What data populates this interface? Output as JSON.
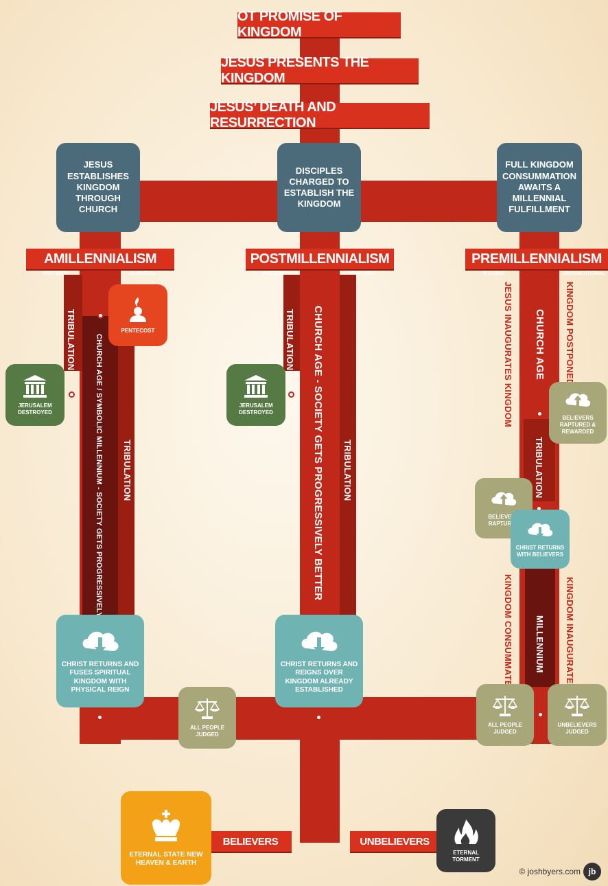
{
  "header": {
    "banner1": "OT PROMISE OF KINGDOM",
    "banner2": "JESUS PRESENTS THE KINGDOM",
    "banner3": "JESUS’ DEATH AND RESURRECTION"
  },
  "amill": {
    "bubble": "JESUS ESTABLISHES KINGDOM THROUGH CHURCH",
    "title": "AMILLENNIALISM",
    "sub_left": "PRETERIST",
    "sub_right": "CLASSICAL",
    "pentecost": "PENTECOST",
    "tribulation_left": "TRIBULATION",
    "jerusalem": "JERUSALEM DESTROYED",
    "church_age": "CHURCH AGE / SYMBOLIC MILLENNIUM - SOCIETY GETS PROGRESSIVELY WORSE",
    "tribulation_right": "TRIBULATION",
    "return": "CHRIST RETURNS AND FUSES SPIRITUAL KINGDOM WITH PHYSICAL REIGN",
    "judged": "ALL PEOPLE JUDGED"
  },
  "postmill": {
    "bubble": "DISCIPLES CHARGED TO ESTABLISH THE KINGDOM",
    "title": "POSTMILLENNIALISM",
    "sub_left": "PRETERIST",
    "sub_right": "HISTORIST",
    "tribulation_left": "TRIBULATION",
    "jerusalem": "JERUSALEM DESTROYED",
    "church_age": "CHURCH AGE - SOCIETY GETS PROGRESSIVELY BETTER",
    "tribulation_right": "TRIBULATION",
    "return": "CHRIST RETURNS AND REIGNS OVER KINGDOM ALREADY ESTABLISHED"
  },
  "premill": {
    "bubble": "FULL KINGDOM CONSUMMATION AWAITS A MILLENNIAL FULFILLMENT",
    "title": "PREMILLENNIALISM",
    "sub_left": "HISTORIC",
    "sub_right": "DISPENSATIONAL",
    "jesus_inaugurates": "JESUS INAUGURATES KINGDOM",
    "church_age": "CHURCH AGE",
    "kingdom_postponed": "KINGDOM POSTPONED",
    "raptured_rewarded": "BELIEVERS RAPTURED & REWARDED",
    "tribulation": "TRIBULATION",
    "raptured": "BELIEVERS RAPTURED",
    "returns_with": "CHRIST RETURNS WITH BELIEVERS",
    "kingdom_consummated": "KINGDOM CONSUMMATED",
    "millennium": "MILLENNIUM",
    "kingdom_inaugurated": "KINGDOM INAUGURATED",
    "all_judged": "ALL PEOPLE JUDGED",
    "unbelievers_judged": "UNBELIEVERS JUDGED"
  },
  "footer": {
    "believers": "BELIEVERS",
    "unbelievers": "UNBELIEVERS",
    "eternal_state": "ETERNAL STATE NEW HEAVEN & EARTH",
    "eternal_torment": "ETERNAL TORMENT",
    "credit": "© joshbyers.com",
    "logo": "jb"
  },
  "colors": {
    "red": "#c0281a",
    "slate": "#4b6b7a",
    "teal": "#6fb3b3",
    "olive": "#a7a779",
    "green": "#557a43",
    "orange": "#e5461f",
    "gold": "#f3a116"
  }
}
